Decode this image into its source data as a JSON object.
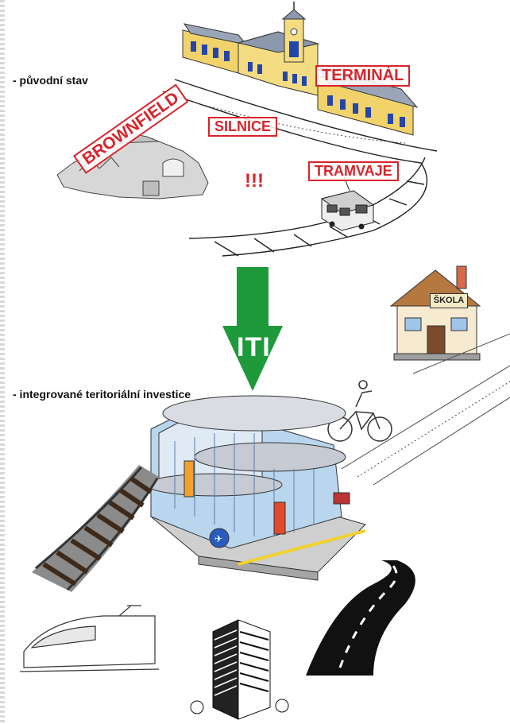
{
  "captions": {
    "original_state": "- původní stav",
    "iti_full": "- integrované teritoriální investice"
  },
  "labels": {
    "terminal": "TERMINÁL",
    "silnice": "SILNICE",
    "tramvaje": "TRAMVAJE",
    "brownfield": "BROWNFIELD",
    "exclamation": "!!!",
    "arrow": "ITI",
    "school": "ŠKOLA"
  },
  "colors": {
    "stamp_red": "#d8242b",
    "arrow_green": "#1f9a3a",
    "station_yellow": "#f2d36b"
  },
  "icons": [
    "old-station-building-icon",
    "ruin-icon",
    "tram-icon",
    "school-house-icon",
    "cyclist-icon",
    "modern-terminal-icon",
    "railway-track-icon",
    "high-speed-train-icon",
    "office-tower-icon",
    "road-icon"
  ]
}
